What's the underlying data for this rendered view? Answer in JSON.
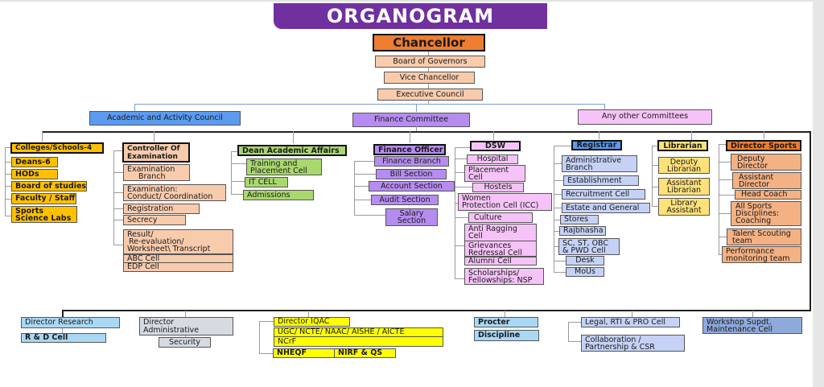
{
  "title": "ORGANOGRAM",
  "top": {
    "chancellor": "Chancellor",
    "board": "Board of Governors",
    "vc": "Vice Chancellor",
    "ec": "Executive Council"
  },
  "councils": {
    "academic": "Academic and Activity Council",
    "finance": "Finance Committee",
    "other": "Any other Committees"
  },
  "colleges": {
    "head": "Colleges/Schools-4",
    "items": [
      "Deans-6",
      "HODs",
      "Board of studies",
      "Faculty / Staff",
      "Sports",
      "Science Labs"
    ]
  },
  "coe": {
    "head1": "Controller Of",
    "head2": "Examination",
    "items": [
      "Examination",
      "Branch",
      "Examination:",
      "Conduct/ Coordination",
      "Registration",
      "Secrecy",
      "Result/",
      "Re-evaluation/",
      "Worksheet\\ Transcript",
      "ABC Cell",
      "EDP Cell"
    ]
  },
  "daa": {
    "head": "Dean Academic Affairs",
    "items": [
      "Training and",
      "Placement Cell",
      "IT CELL",
      "Admissions"
    ]
  },
  "fo": {
    "head": "Finance Officer",
    "items": [
      "Finance Branch",
      "Bill Section",
      "Account Section",
      "Audit Section",
      "Salary",
      "Section"
    ]
  },
  "dsw": {
    "head": "DSW",
    "items": [
      "Hospital",
      "Placement",
      "Cell",
      "Hostels",
      "Women",
      "Protection Cell (ICC)",
      "Culture",
      "Anti Ragging",
      "Cell",
      "Grievances",
      "Redressal Cell",
      "Alumni Cell",
      "Scholarships/",
      "Fellowships: NSP"
    ]
  },
  "registrar": {
    "head": "Registrar",
    "items": [
      "Administrative",
      "Branch",
      "Establishment",
      "Recruitment Cell",
      "Estate and General",
      "Stores",
      "Rajbhasha",
      "SC, ST, OBC",
      "& PWD  Cell",
      "Desk",
      "MoUs"
    ]
  },
  "librarian": {
    "head": "Librarian",
    "items": [
      "Deputy",
      "Librarian",
      "Assistant",
      "Librarian",
      "Library",
      "Assistant"
    ]
  },
  "sports": {
    "head": "Director Sports",
    "items": [
      "Deputy",
      "Director",
      "Assistant",
      "Director",
      "Head Coach",
      "All Sports",
      "Disciplines:",
      "Coaching",
      "Talent Scouting",
      "team",
      "Performance",
      "monitoring team"
    ]
  },
  "bottom": {
    "research": "Director Research",
    "rd": "R & D Cell",
    "admin1": "Director",
    "admin2": "Administrative",
    "security": "Security",
    "iqac": "Director IQAC",
    "ugc": "UGC/ NCTE/ NAAC/ AISHE / AICTE",
    "ncrf": "NCrF",
    "nheqf": "NHEQF",
    "nirf": "NIRF & QS",
    "procter": "Procter",
    "discipline": "Discipline",
    "legal": "Legal, RTI & PRO Cell",
    "collab1": "Collaboration /",
    "collab2": "Partnership & CSR",
    "workshop1": "Workshop Supdt.",
    "workshop2": "Maintenance Cell"
  }
}
